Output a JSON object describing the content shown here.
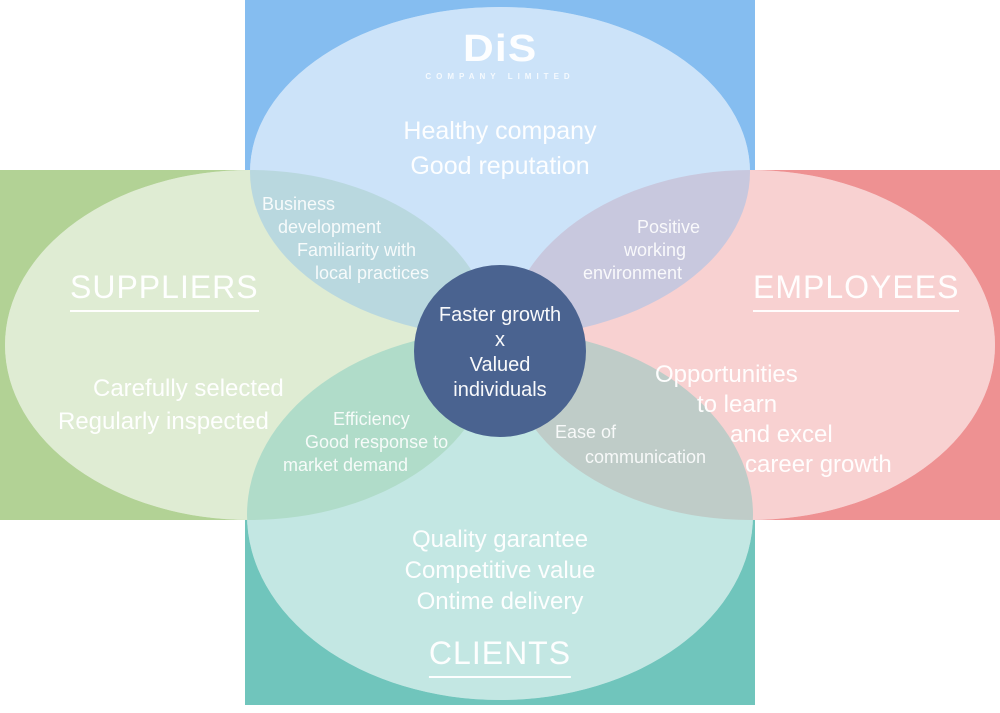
{
  "palette": {
    "company_blue": "#85bdf0",
    "suppliers_green": "#b2d295",
    "employees_red": "#ee9192",
    "clients_teal": "#70c5bc",
    "center_navy": "#4a6390",
    "text_white": "#ffffff"
  },
  "logo": {
    "wordmark": "DiS",
    "subtitle": "COMPANY LIMITED"
  },
  "company": {
    "values": [
      "Healthy company",
      "Good reputation"
    ]
  },
  "suppliers": {
    "title": "SUPPLIERS",
    "values": [
      "Carefully selected",
      "Regularly inspected"
    ]
  },
  "employees": {
    "title": "EMPLOYEES",
    "values": [
      "Opportunities",
      "to learn",
      "and excel",
      "career growth"
    ]
  },
  "clients": {
    "title": "CLIENTS",
    "values": [
      "Quality garantee",
      "Competitive value",
      "Ontime delivery"
    ]
  },
  "overlaps": {
    "suppliers_company": [
      "Business",
      "development",
      "Familiarity with",
      "local practices"
    ],
    "company_employees": [
      "Positive",
      "working",
      "environment"
    ],
    "suppliers_clients": [
      "Efficiency",
      "Good response to",
      "market demand"
    ],
    "clients_employees": [
      "Ease of",
      "communication"
    ]
  },
  "center": {
    "values": [
      "Faster growth",
      "x",
      "Valued",
      "individuals"
    ]
  }
}
